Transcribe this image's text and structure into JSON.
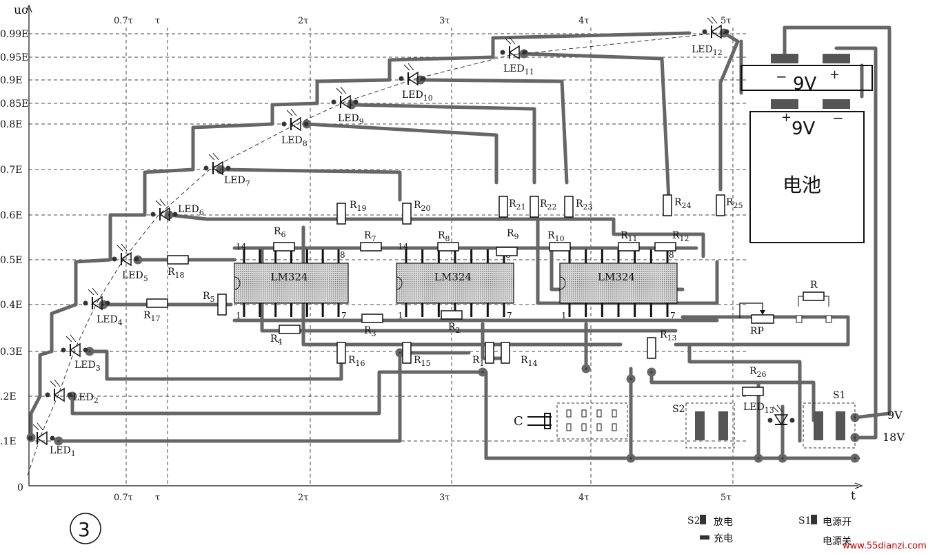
{
  "figure_number": "3",
  "axis": {
    "y_label": "uc",
    "x_label": "t",
    "origin": "0",
    "y_ticks": [
      ".1E",
      ".2E",
      "0.3E",
      "0.4E",
      "0.5E",
      "0.6E",
      "0.7E",
      "0.8E",
      "0.85E",
      "0.9E",
      "0.95E",
      "0.99E"
    ],
    "x_ticks_top": [
      "0.7τ",
      "τ",
      "2τ",
      "3τ",
      "4τ",
      "5τ"
    ],
    "x_ticks_bottom": [
      "0.7τ",
      "τ",
      "2τ",
      "3τ",
      "4τ",
      "5τ"
    ]
  },
  "leds": [
    "LED1",
    "LED2",
    "LED3",
    "LED4",
    "LED5",
    "LED6",
    "LED7",
    "LED8",
    "LED9",
    "LED10",
    "LED11",
    "LED12",
    "LED13"
  ],
  "resistors": {
    "R1": "R1",
    "R2": "R2",
    "R3": "R3",
    "R4": "R4",
    "R5": "R5",
    "R6": "R6",
    "R7": "R7",
    "R8": "R8",
    "R9": "R9",
    "R10": "R10",
    "R11": "R11",
    "R12": "R12",
    "R13": "R13",
    "R14": "R14",
    "R15": "R15",
    "R16": "R16",
    "R17": "R17",
    "R18": "R18",
    "R19": "R19",
    "R20": "R20",
    "R21": "R21",
    "R22": "R22",
    "R23": "R23",
    "R24": "R24",
    "R25": "R25",
    "R26": "R26",
    "R": "R",
    "RP": "RP"
  },
  "chips": [
    "LM324",
    "LM324",
    "LM324"
  ],
  "pin_numbers": {
    "p14": "14",
    "p8": "8",
    "p1": "1",
    "p7": "7"
  },
  "battery": {
    "top": "9V",
    "bottom": "9V",
    "label": "电池",
    "minus": "−",
    "plus": "+"
  },
  "capacitor": "C",
  "switches": {
    "s1": "S1",
    "s2": "S2"
  },
  "outputs": {
    "v9": "9V",
    "v18": "18V"
  },
  "legend": {
    "s2_prefix": "S2",
    "s2_discharge": "放电",
    "s2_charge": "充电",
    "s1_prefix": "S1",
    "s1_on": "电源开",
    "s1_off": "电源关"
  },
  "watermark": "www.55dianzi.com",
  "colors": {
    "ink": "#111111",
    "trace": "#666666",
    "chip_fill": "#bdbdbd",
    "paper": "#ffffff"
  }
}
